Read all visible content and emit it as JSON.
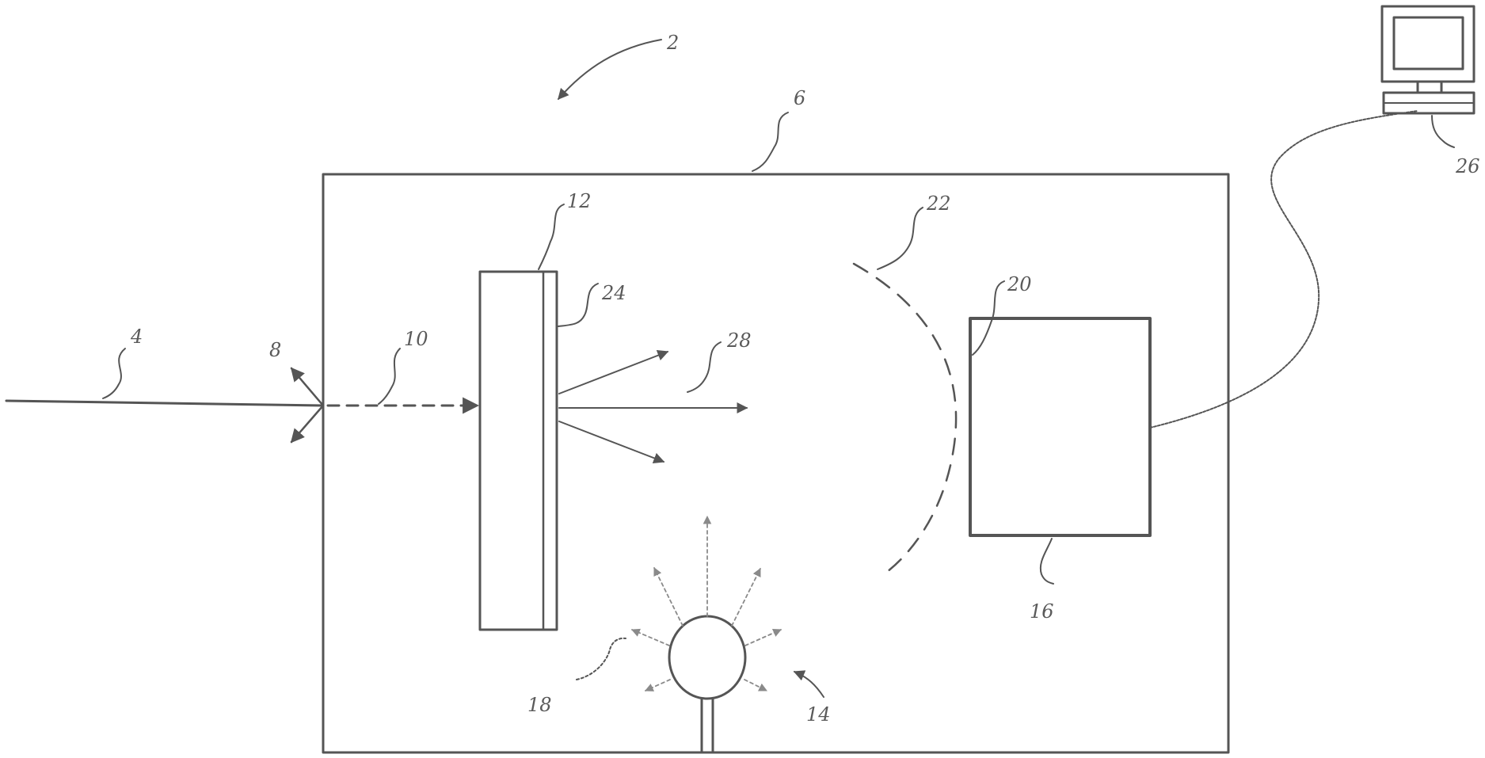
{
  "figure": {
    "reference_numerals": {
      "device": "2",
      "incoming_beam": "4",
      "housing": "6",
      "entry_window": "8",
      "transmitted_beam": "10",
      "target": "12",
      "light_source": "14",
      "detector": "16",
      "source_rays": "18",
      "detector_surface": "20",
      "emission_boundary": "22",
      "target_layer": "24",
      "computer": "26",
      "emitted_rays": "28"
    }
  },
  "colors": {
    "ink": "#555555",
    "light_ink": "#8a8a8a",
    "background": "#ffffff"
  }
}
